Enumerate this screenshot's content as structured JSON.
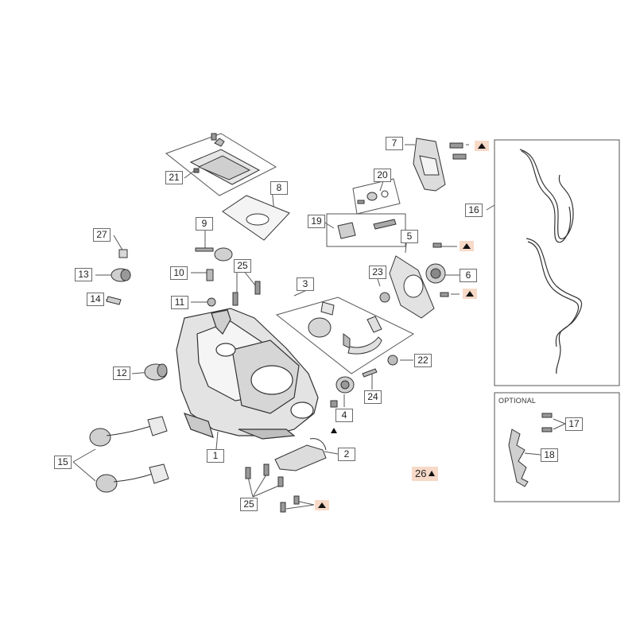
{
  "diagram": {
    "callouts": {
      "c1": "1",
      "c2": "2",
      "c3": "3",
      "c4": "4",
      "c5": "5",
      "c6": "6",
      "c7": "7",
      "c8": "8",
      "c9": "9",
      "c10": "10",
      "c11": "11",
      "c12": "12",
      "c13": "13",
      "c14": "14",
      "c15": "15",
      "c16": "16",
      "c17": "17",
      "c18": "18",
      "c19": "19",
      "c20": "20",
      "c21": "21",
      "c22": "22",
      "c23": "23",
      "c24": "24",
      "c25a": "25",
      "c25b": "25",
      "c26": "26",
      "c27": "27"
    },
    "optional_label": "OPTIONAL",
    "colors": {
      "line": "#444444",
      "part": "#3a3a3a",
      "highlight": "#f7d9c8"
    }
  }
}
